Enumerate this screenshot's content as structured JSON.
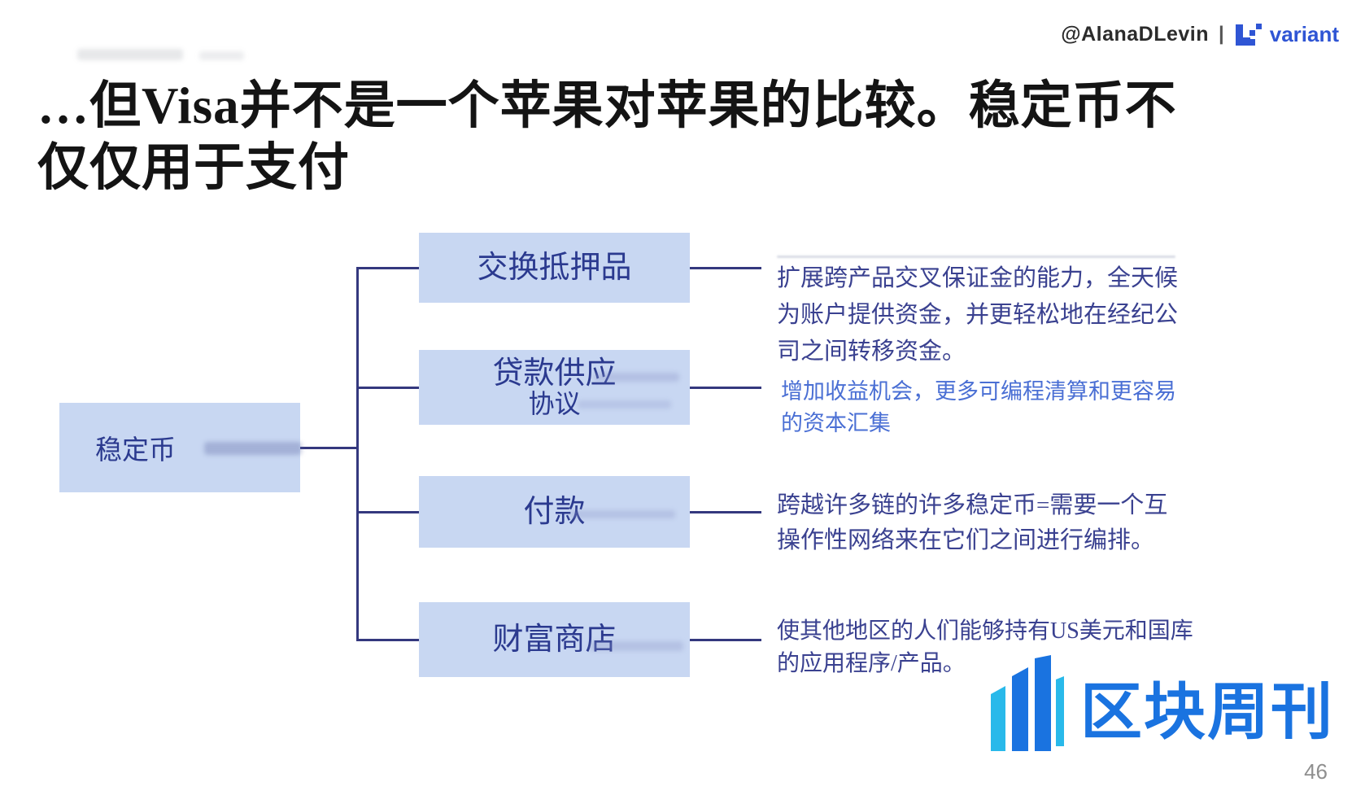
{
  "header": {
    "handle": "@AlanaDLevin",
    "separator": "|",
    "brand": "variant"
  },
  "title": {
    "line1": "…但Visa并不是一个苹果对苹果的比较。稳定币不",
    "line2": "仅仅用于支付"
  },
  "diagram": {
    "type": "tree",
    "root": {
      "label": "稳定币"
    },
    "branches": [
      {
        "label": "交换抵押品",
        "label2": "",
        "description": "扩展跨产品交叉保证金的能力，全天候为账户提供资金，并更轻松地在经纪公司之间转移资金。"
      },
      {
        "label": "贷款供应",
        "label2": "协议",
        "description": "增加收益机会，更多可编程清算和更容易的资本汇集"
      },
      {
        "label": "付款",
        "label2": "",
        "description": "跨越许多链的许多稳定币=需要一个互操作性网络来在它们之间进行编排。"
      },
      {
        "label": "财富商店",
        "label2": "",
        "description": "使其他地区的人们能够持有US美元和国库的应用程序/产品。"
      }
    ]
  },
  "footer": {
    "watermark": "区块周刊",
    "page_number": "46"
  },
  "colors": {
    "box_fill": "#c8d7f2",
    "connector": "#34387e",
    "box_text": "#2b3a8f",
    "body_text": "#3a4190",
    "accent_text": "#4a6fd4",
    "brand_blue": "#2f55d4",
    "logo_blue": "#1a73e0",
    "logo_cyan": "#29b9ea",
    "page_number_gray": "#8f8f8f"
  }
}
